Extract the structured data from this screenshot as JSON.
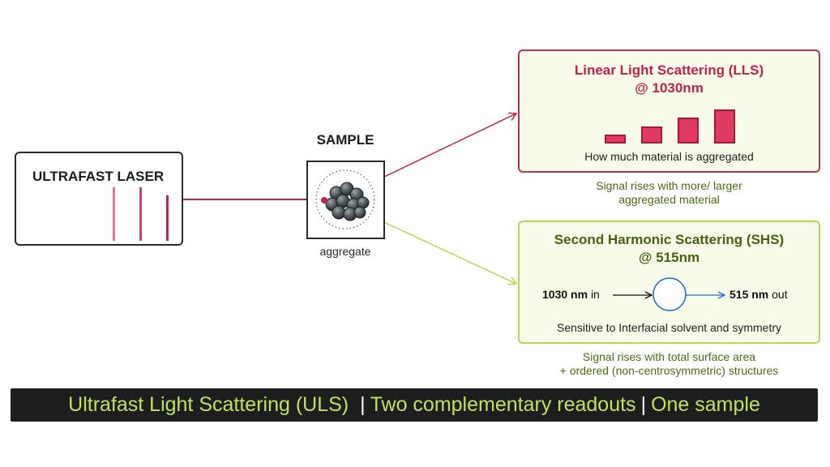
{
  "laser": {
    "title": "ULTRAFAST LASER"
  },
  "sample": {
    "title": "SAMPLE",
    "caption": "aggregate"
  },
  "lls": {
    "title_line1": "Linear Light Scattering (LLS)",
    "title_line2": "@ 1030nm",
    "caption": "How much material is aggregated",
    "below_line1": "Signal rises with more/ larger",
    "below_line2": "aggregated material",
    "bar_levels": [
      1,
      2,
      3,
      4
    ]
  },
  "shs": {
    "title_line1": "Second Harmonic Scattering (SHS)",
    "title_line2": "@ 515nm",
    "input_value": "1030 nm",
    "input_label": "in",
    "output_value": "515 nm",
    "output_label": "out",
    "caption": "Sensitive to Interfacial solvent and symmetry",
    "below_line1": "Signal rises with total surface area",
    "below_line2": "+ ordered (non-centrosymmetric) structures"
  },
  "banner": {
    "part1": "Ultrafast Light Scattering (ULS)",
    "separator": "|",
    "part2": "Two complementary readouts",
    "part3": "One sample"
  },
  "colors": {
    "laser_red": "#c2234e",
    "lls_border": "#c5304f",
    "shs_border": "#b7d658",
    "shs_title": "#4a6114",
    "panel_bg": "#f8faea",
    "banner_bg": "#1e1e1e",
    "banner_text": "#bfe35a",
    "harmonic_blue": "#2a6fc4"
  }
}
